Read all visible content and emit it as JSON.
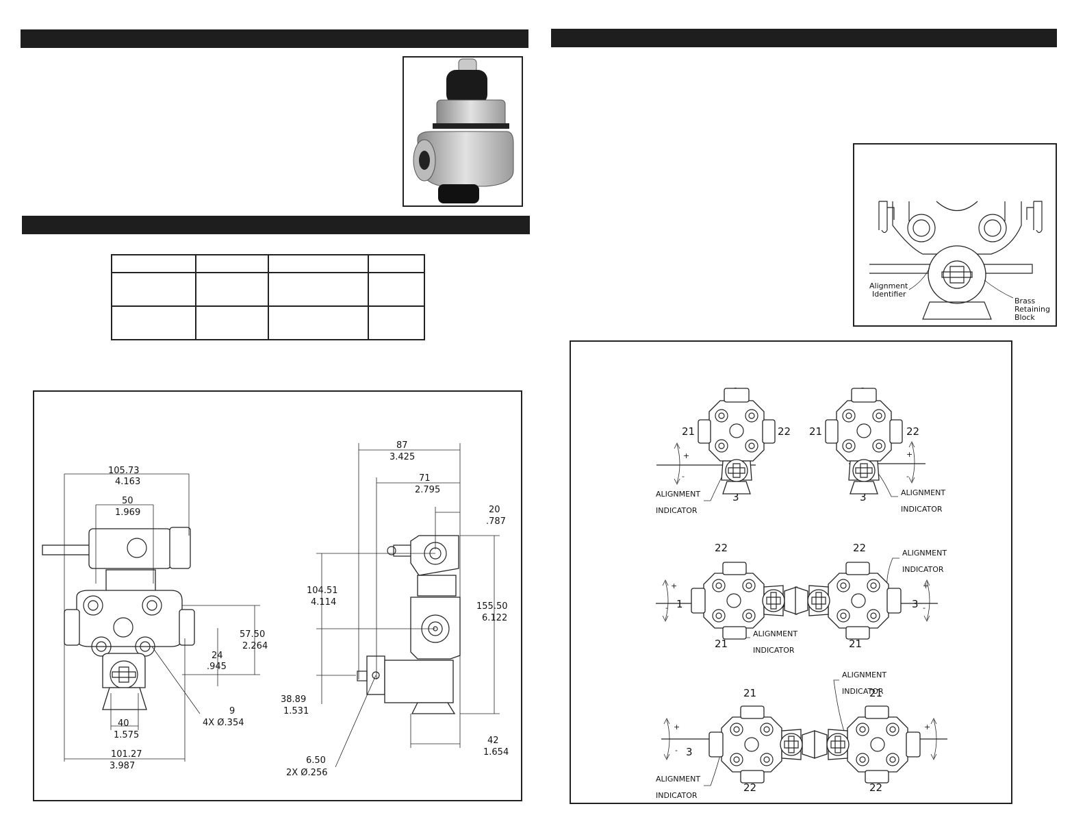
{
  "photo": {
    "icon": "valve-photo"
  },
  "inset": {
    "alignment_identifier_1": "Alignment",
    "alignment_identifier_2": "Identifier",
    "brass_1": "Brass",
    "brass_2": "Retaining",
    "brass_3": "Block"
  },
  "dims": {
    "d105": "105.73",
    "d105b": "4.163",
    "d50": "50",
    "d50b": "1.969",
    "d5750": "57.50",
    "d5750b": "2.264",
    "d24": "24",
    "d24b": ".945",
    "d9": "9",
    "d9b": "4X Ø.354",
    "d40": "40",
    "d40b": "1.575",
    "d10127": "101.27",
    "d10127b": "3.987",
    "d87": "87",
    "d87b": "3.425",
    "d71": "71",
    "d71b": "2.795",
    "d20": "20",
    "d20b": ".787",
    "d10451": "104.51",
    "d10451b": "4.114",
    "d15550": "155.50",
    "d15550b": "6.122",
    "d3889": "38.89",
    "d3889b": "1.531",
    "d650": "6.50",
    "d650b": "2X Ø.256",
    "d42": "42",
    "d42b": "1.654"
  },
  "orient": {
    "indicator_1": "ALIGNMENT",
    "indicator_2": "INDICATOR",
    "port_1": "1",
    "port_3": "3",
    "port_21": "21",
    "port_22": "22",
    "plus": "+",
    "minus": "-"
  }
}
